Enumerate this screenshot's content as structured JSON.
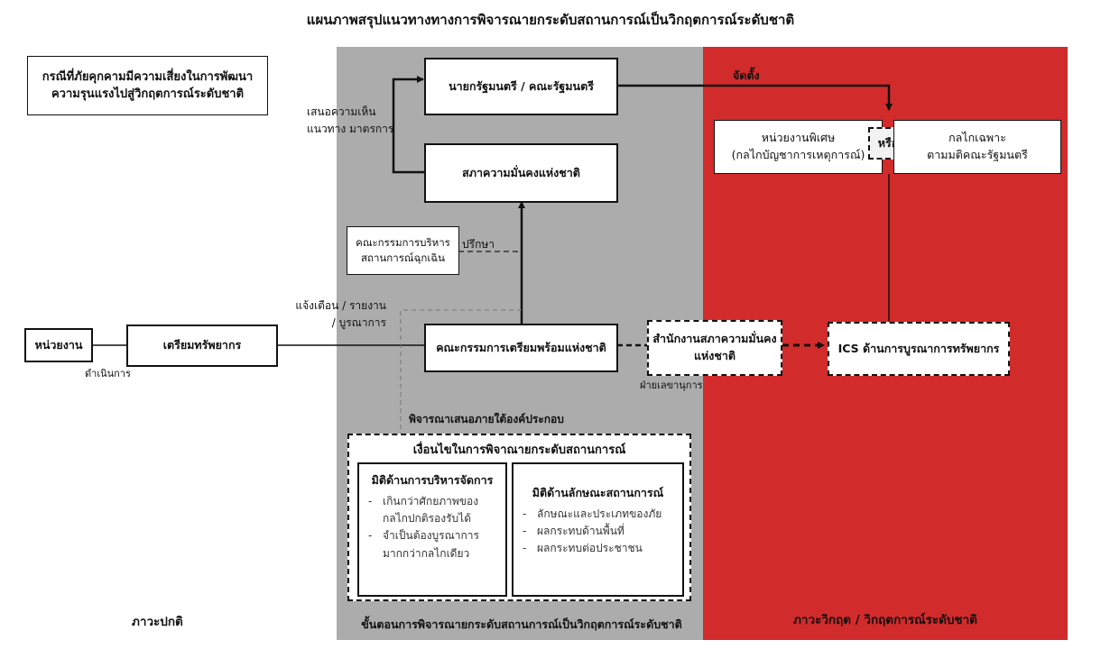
{
  "title": "แผนภาพสรุปแนวทางทางการพิจารณายกระดับสถานการณ์เป็นวิกฤตการณ์ระดับชาติ",
  "colors": {
    "gray_zone": "#acacac",
    "red_zone": "#d22b2b"
  },
  "case_box": {
    "line1": "กรณีที่ภัยคุกคามมีความเสี่ยงในการพัฒนา",
    "line2": "ความรุนแรงไปสู่วิกฤตการณ์ระดับชาติ"
  },
  "nodes": {
    "agency": "หน่วยงาน",
    "prepare_resources": "เตรียมทรัพยากร",
    "pm_cabinet": "นายกรัฐมนตรี / คณะรัฐมนตรี",
    "nsc": "สภาความมั่นคงแห่งชาติ",
    "emergency_committee": {
      "line1": "คณะกรรมการบริหาร",
      "line2": "สถานการณ์ฉุกเฉิน"
    },
    "national_prep_committee": "คณะกรรมการเตรียมพร้อมแห่งชาติ",
    "nsc_office": {
      "line1": "สำนักงานสภาความมั่นคง",
      "line2": "แห่งชาติ"
    },
    "special_unit": {
      "line1": "หน่วยงานพิเศษ",
      "line2": "(กลไกบัญชาการเหตุการณ์)"
    },
    "or": "หรือ",
    "special_mechanism": {
      "line1": "กลไกเฉพาะ",
      "line2": "ตามมติคณะรัฐมนตรี"
    },
    "ics": "ICS ด้านการบูรณาการทรัพยากร"
  },
  "edge_labels": {
    "propose": {
      "line1": "เสนอความเห็น",
      "line2": "แนวทาง มาตรการ"
    },
    "appoint": "จัดตั้ง",
    "consult": "ปรึกษา",
    "warn": {
      "line1": "แจ้งเตือน / รายงาน",
      "line2": "/ บูรณาการ"
    },
    "operate": "ดำเนินการ",
    "secretariat": "ฝ่ายเลขานุการ",
    "consider": "พิจารณาเสนอภายใต้องค์ประกอบ"
  },
  "conditions": {
    "title": "เงื่อนไขในการพิจาณายกระดับสถานการณ์",
    "management": {
      "title": "มิติด้านการบริหารจัดการ",
      "items": [
        "เกินกว่าศักยภาพของกลไกปกติรองรับได้",
        "จำเป็นต้องบูรณาการมากกว่ากลไกเดียว"
      ]
    },
    "situation": {
      "title": "มิติด้านลักษณะสถานการณ์",
      "items": [
        "ลักษณะและประเภทของภัย",
        "ผลกระทบด้านพื้นที่",
        "ผลกระทบต่อประชาชน"
      ]
    }
  },
  "zones": {
    "normal": "ภาวะปกติ",
    "process": "ขั้นตอนการพิจารณายกระดับสถานการณ์เป็นวิกฤตการณ์ระดับชาติ",
    "crisis": "ภาวะวิกฤต / วิกฤตการณ์ระดับชาติ"
  }
}
